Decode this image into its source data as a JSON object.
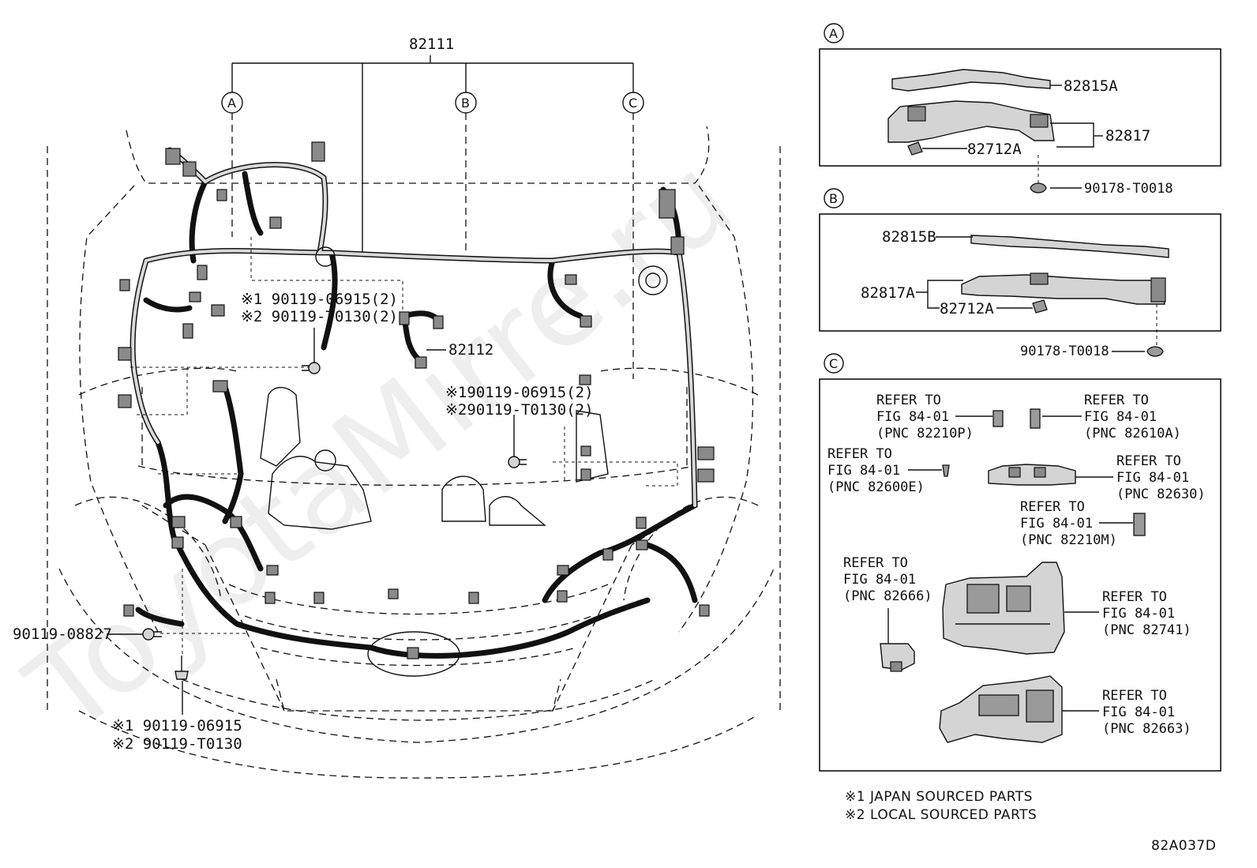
{
  "main": {
    "harness_main": "82111",
    "harness_sub": "82112",
    "callouts": [
      "A",
      "B",
      "C"
    ],
    "left_bolt_note_1": "※1 90119-06915(2)",
    "left_bolt_note_2": "※2 90119-T0130(2)",
    "right_bolt_note_1": "※190119-06915(2)",
    "right_bolt_note_2": "※290119-T0130(2)",
    "bolt_left": "90119-08827",
    "bottom_note_1": "※1 90119-06915",
    "bottom_note_2": "※2 90119-T0130"
  },
  "watermark": "ToyotaMirre.ru",
  "panel_a": {
    "tag": "A",
    "labels": [
      "82815A",
      "82817",
      "82712A",
      "90178-T0018"
    ]
  },
  "panel_b": {
    "tag": "B",
    "labels": [
      "82815B",
      "82817A",
      "82712A",
      "90178-T0018"
    ]
  },
  "panel_c": {
    "tag": "C",
    "refs": [
      {
        "l1": "REFER TO",
        "l2": "FIG 84-01",
        "l3": "(PNC 82210P)"
      },
      {
        "l1": "REFER TO",
        "l2": "FIG 84-01",
        "l3": "(PNC 82610A)"
      },
      {
        "l1": "REFER TO",
        "l2": "FIG 84-01",
        "l3": "(PNC 82600E)"
      },
      {
        "l1": "REFER TO",
        "l2": "FIG 84-01",
        "l3": "(PNC 82630)"
      },
      {
        "l1": "REFER TO",
        "l2": "FIG 84-01",
        "l3": "(PNC 82210M)"
      },
      {
        "l1": "REFER TO",
        "l2": "FIG 84-01",
        "l3": "(PNC 82666)"
      },
      {
        "l1": "REFER TO",
        "l2": "FIG 84-01",
        "l3": "(PNC 82741)"
      },
      {
        "l1": "REFER TO",
        "l2": "FIG 84-01",
        "l3": "(PNC 82663)"
      }
    ]
  },
  "legend": {
    "note_1": "※1 JAPAN SOURCED PARTS",
    "note_2": "※2 LOCAL SOURCED PARTS"
  },
  "figure_code": "82A037D"
}
